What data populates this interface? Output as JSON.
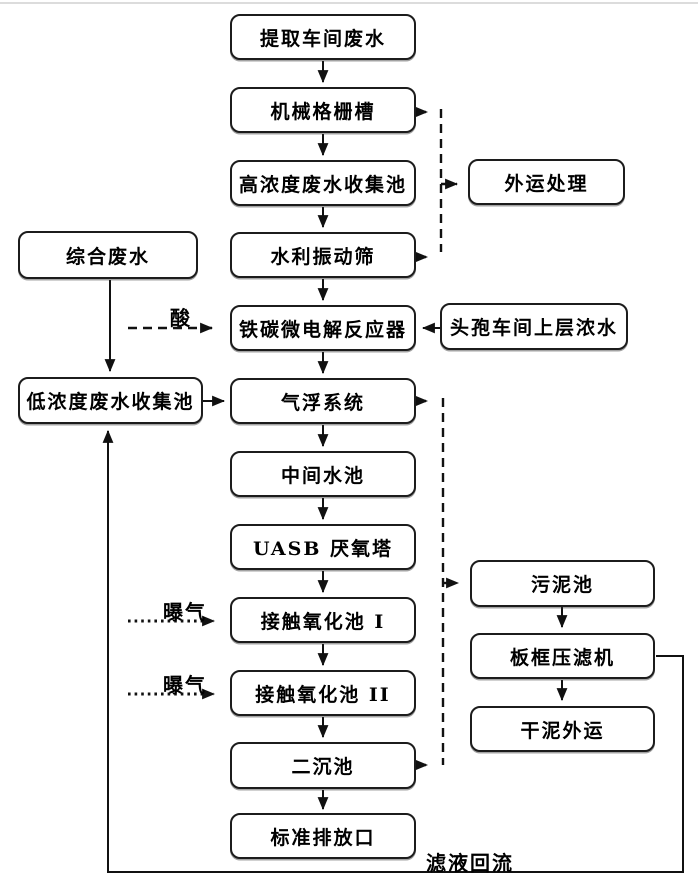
{
  "diagram": {
    "nodes": {
      "extraction": "提取车间废水",
      "grid": "机械格栅槽",
      "high_conc": "高浓度废水收集池",
      "vibrating": "水利振动筛",
      "iron_carbon": "铁碳微电解反应器",
      "air_flotation": "气浮系统",
      "intermediate": "中间水池",
      "uasb": "UASB 厌氧塔",
      "contact1": "接触氧化池 I",
      "contact2": "接触氧化池 II",
      "secondary": "二沉池",
      "outlet": "标准排放口",
      "comprehensive": "综合废水",
      "low_conc": "低浓度废水收集池",
      "outward": "外运处理",
      "cephalosporin": "头孢车间上层浓水",
      "sludge": "污泥池",
      "plate_filter": "板框压滤机",
      "dry_sludge": "干泥外运"
    },
    "labels": {
      "acid": "酸",
      "aeration_1": "曝气",
      "aeration_2": "曝气",
      "filtrate_reflux": "滤液回流"
    },
    "colors": {
      "line": "#111111",
      "box_border": "#1c1c1c",
      "background": "#ffffff"
    }
  }
}
